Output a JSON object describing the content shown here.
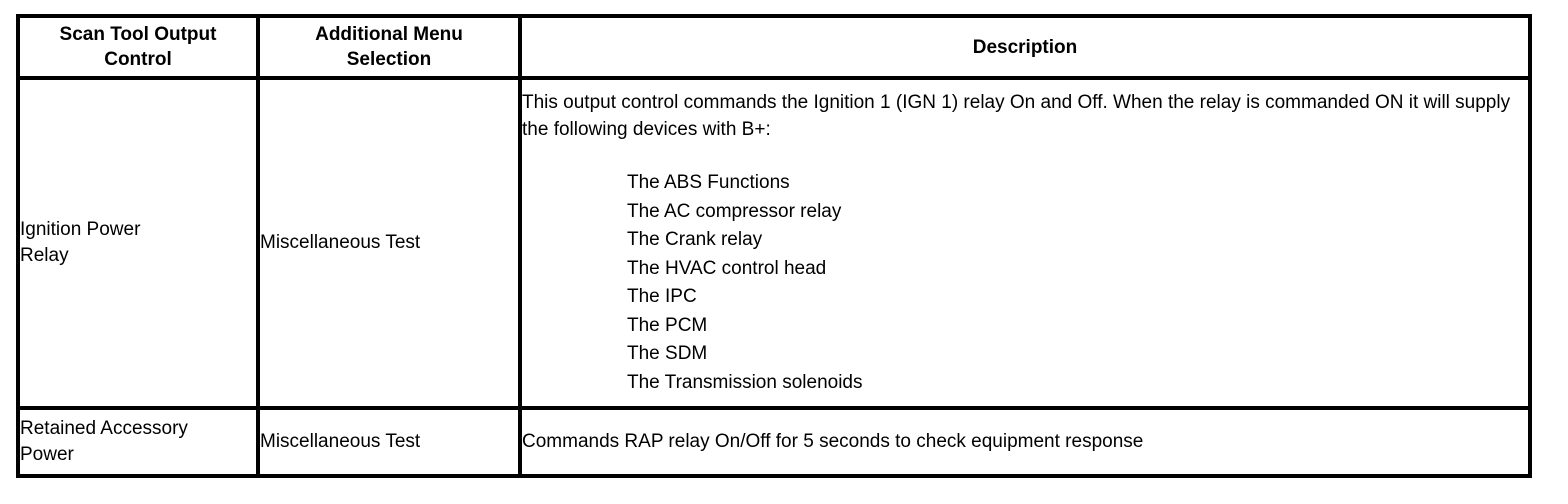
{
  "table": {
    "headers": {
      "col1": "Scan Tool Output\nControl",
      "col1_line1": "Scan Tool Output",
      "col1_line2": "Control",
      "col2_line1": "Additional Menu",
      "col2_line2": "Selection",
      "col3": "Description"
    },
    "rows": [
      {
        "control": "Ignition Power Relay",
        "control_line1": "Ignition Power",
        "control_line2": "Relay",
        "menu_selection": "Miscellaneous Test",
        "description_intro": "This output control commands the Ignition 1 (IGN 1) relay On and Off. When the relay is commanded ON it will supply the following devices with B+:",
        "description_items": [
          "The ABS Functions",
          "The AC compressor relay",
          "The Crank relay",
          "The HVAC control head",
          "The IPC",
          "The PCM",
          "The SDM",
          "The Transmission solenoids"
        ]
      },
      {
        "control": "Retained Accessory Power",
        "control_line1": "Retained Accessory",
        "control_line2": "Power",
        "menu_selection": "Miscellaneous Test",
        "description_intro": "Commands RAP relay On/Off for 5 seconds to check equipment response",
        "description_items": []
      }
    ]
  },
  "colors": {
    "border": "#000000",
    "text": "#000000",
    "background": "#ffffff"
  }
}
